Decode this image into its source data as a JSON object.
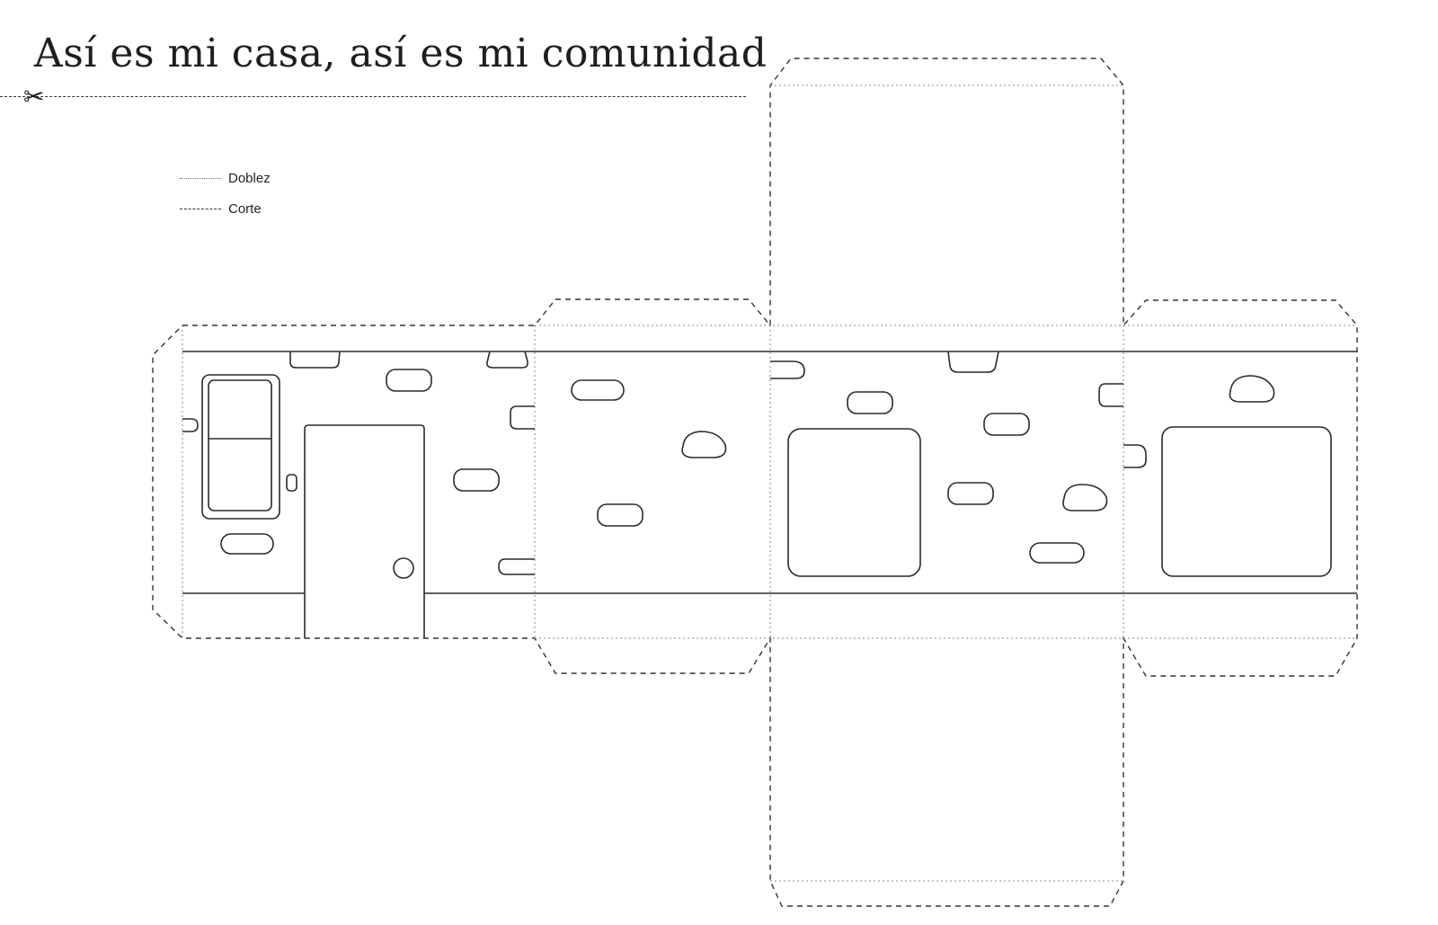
{
  "title": "Así es mi casa, así es mi comunidad",
  "legend": {
    "fold_label": "Doblez",
    "cut_label": "Corte"
  },
  "icons": {
    "scissors": "scissors-icon"
  }
}
